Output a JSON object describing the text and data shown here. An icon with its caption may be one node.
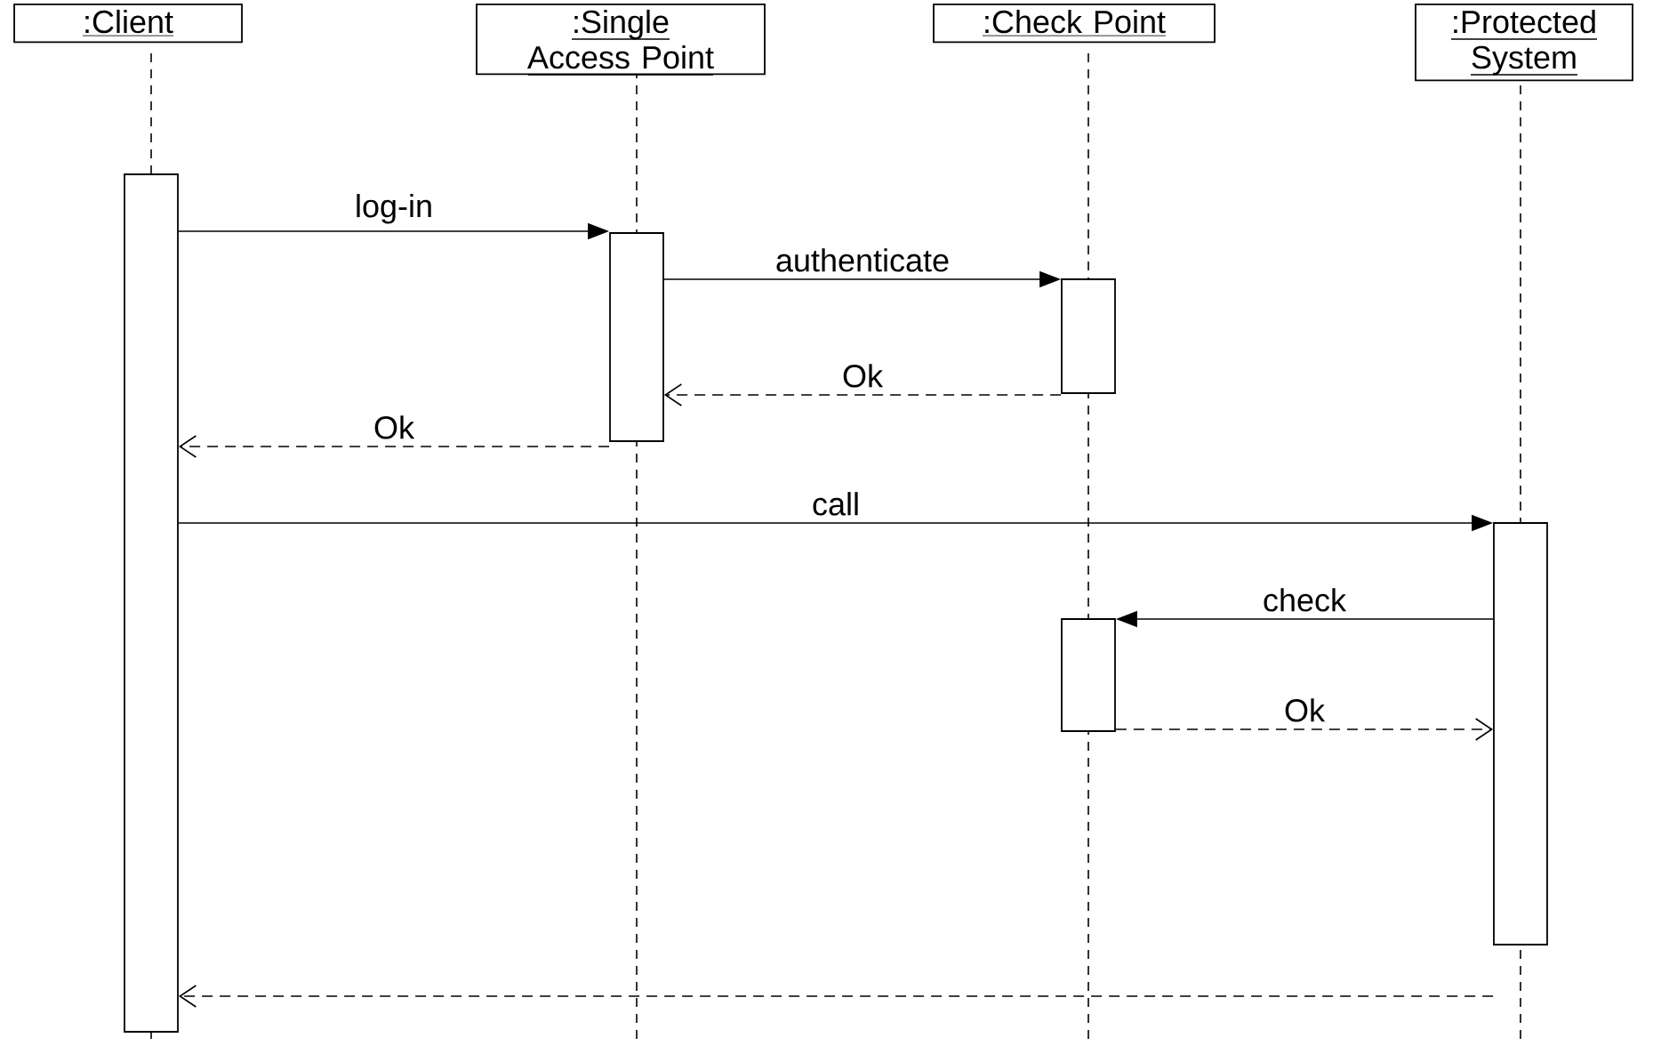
{
  "diagram": {
    "nodes": [
      {
        "text": [
          ":Client"
        ]
      },
      {
        "text": [
          ":Single Access Point"
        ]
      },
      {
        "text": [
          ":Check Point"
        ]
      },
      {
        "text": [
          ":Protected System"
        ]
      },
      {
        "text": [],
        "shape": "bar"
      },
      {
        "text": [],
        "shape": "bar"
      },
      {
        "text": [],
        "shape": "bar"
      },
      {
        "text": [],
        "shape": "bar"
      },
      {
        "text": [],
        "shape": "bar"
      }
    ],
    "edges": [
      {
        "from": 4,
        "to": 5,
        "arrow": "to",
        "label": "log-in"
      },
      {
        "from": 5,
        "to": 6,
        "arrow": "to",
        "label": "authenticate"
      },
      {
        "from": 6,
        "to": 5,
        "arrow": "to",
        "label": "Ok",
        "style": "dashed"
      },
      {
        "from": 5,
        "to": 4,
        "arrow": "to",
        "label": "Ok",
        "style": "dashed"
      },
      {
        "from": 4,
        "to": 7,
        "arrow": "to",
        "label": "call"
      },
      {
        "from": 7,
        "to": 8,
        "arrow": "to",
        "label": "check"
      },
      {
        "from": 8,
        "to": 7,
        "arrow": "to",
        "label": "Ok",
        "style": "dashed"
      },
      {
        "from": 7,
        "to": 4,
        "arrow": "to",
        "style": "dashed"
      }
    ]
  }
}
